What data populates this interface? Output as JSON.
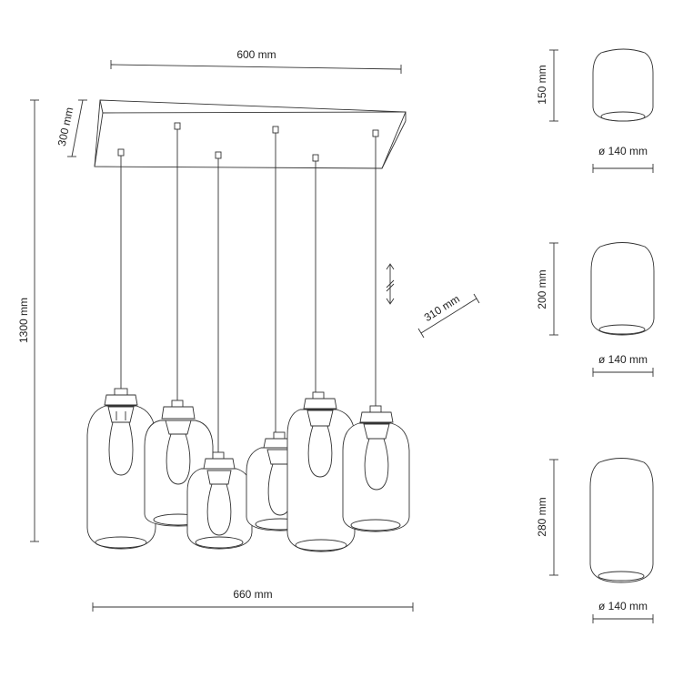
{
  "dimensions": {
    "canopy_length": "600 mm",
    "canopy_width": "300 mm",
    "total_height": "1300 mm",
    "spread_depth": "310 mm",
    "spread_width": "660 mm"
  },
  "shades": [
    {
      "height": "150 mm",
      "diameter": "ø 140 mm"
    },
    {
      "height": "200 mm",
      "diameter": "ø 140 mm"
    },
    {
      "height": "280 mm",
      "diameter": "ø 140 mm"
    }
  ]
}
